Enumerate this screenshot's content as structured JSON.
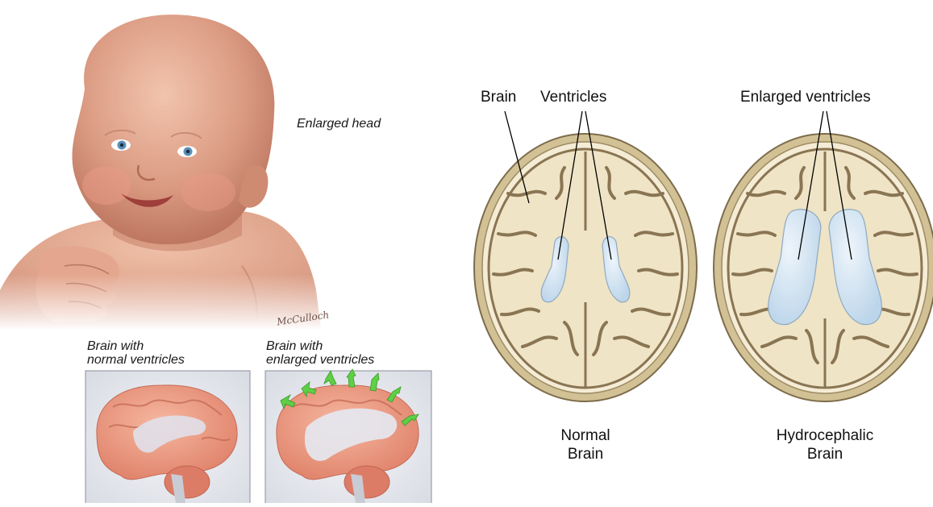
{
  "left": {
    "enlarged_head_label": "Enlarged head",
    "artist_signature": "McCulloch",
    "inset_normal_label": [
      "Brain with",
      "normal ventricles"
    ],
    "inset_enlarged_label": [
      "Brain with",
      "enlarged ventricles"
    ]
  },
  "right": {
    "brain_label": "Brain",
    "ventricles_label": "Ventricles",
    "enlarged_ventricles_label": "Enlarged ventricles",
    "normal_caption": [
      "Normal",
      "Brain"
    ],
    "hydro_caption": [
      "Hydrocephalic",
      "Brain"
    ]
  },
  "colors": {
    "skin": "#d9967f",
    "brain_tissue": "#efe4c6",
    "skull": "#cdb98d",
    "ventricle": "#d6e6f2",
    "arrow": "#5fcf45",
    "inset_brain": "#f0a088"
  }
}
